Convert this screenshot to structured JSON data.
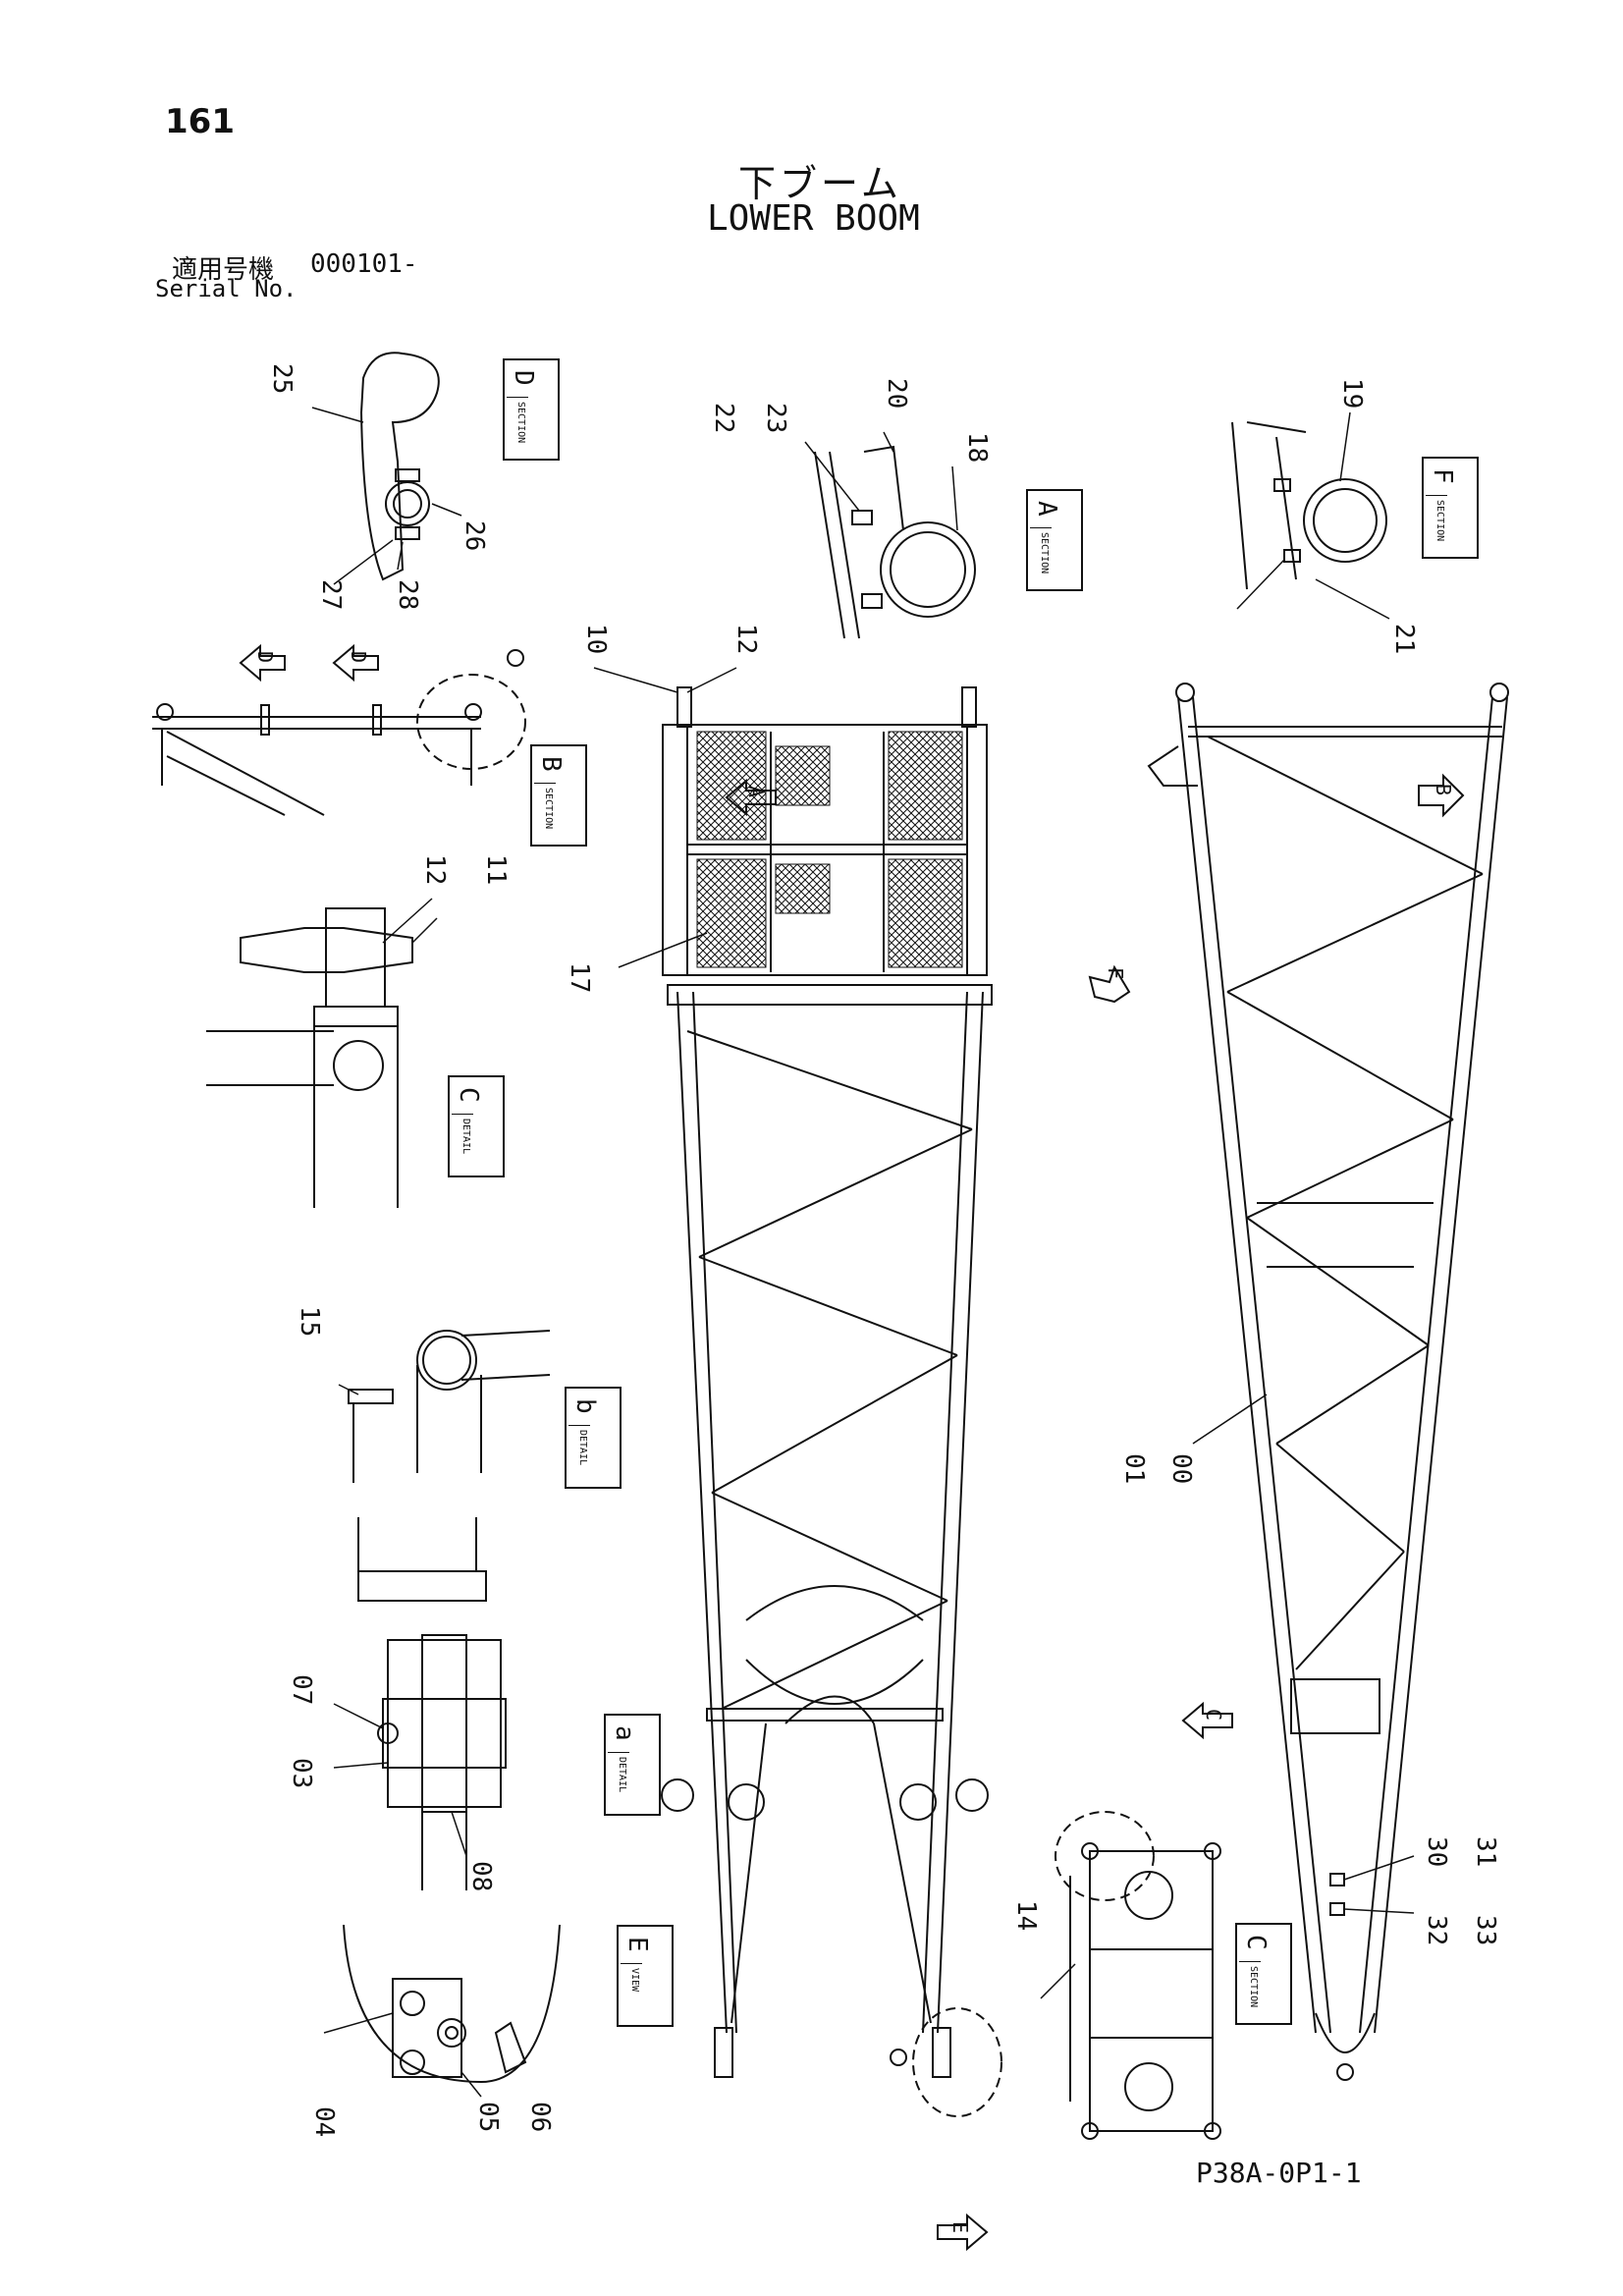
{
  "page_number": "161",
  "title_ja": "下ブーム",
  "title_en": "LOWER BOOM",
  "serial_label_ja": "適用号機",
  "serial_value": "000101-",
  "serial_label_en": "Serial No.",
  "doc_code": "P38A-0P1-1",
  "badges": [
    {
      "kind": "SECTION",
      "letter": "D"
    },
    {
      "kind": "SECTION",
      "letter": "A"
    },
    {
      "kind": "SECTION",
      "letter": "F"
    },
    {
      "kind": "SECTION",
      "letter": "B"
    },
    {
      "kind": "DETAIL",
      "letter": "C"
    },
    {
      "kind": "DETAIL",
      "letter": "b"
    },
    {
      "kind": "DETAIL",
      "letter": "a"
    },
    {
      "kind": "VIEW",
      "letter": "E"
    },
    {
      "kind": "SECTION",
      "letter": "C"
    }
  ],
  "part_labels": [
    "25",
    "26",
    "27",
    "28",
    "22",
    "23",
    "20",
    "18",
    "19",
    "21",
    "10",
    "12",
    "11",
    "17",
    "15",
    "07",
    "03",
    "08",
    "04",
    "05",
    "06",
    "14",
    "01",
    "00",
    "30",
    "31",
    "32",
    "33"
  ],
  "arrow_labels": [
    "D",
    "D",
    "A",
    "B",
    "F",
    "C",
    "E"
  ]
}
